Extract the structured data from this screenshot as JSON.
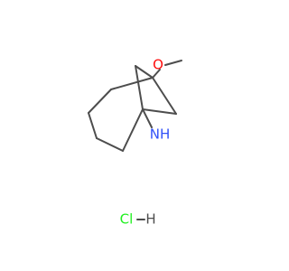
{
  "molecule": {
    "atoms": {
      "oxygen": "O",
      "amine": "NH",
      "chlorine": "Cl",
      "hydrogen": "H"
    },
    "colors": {
      "bond": "#4d4d4d",
      "oxygen": "#ff0d0d",
      "nitrogen": "#3050f8",
      "chlorine": "#1ff01f",
      "hydrogen": "#4d4d4d"
    }
  }
}
